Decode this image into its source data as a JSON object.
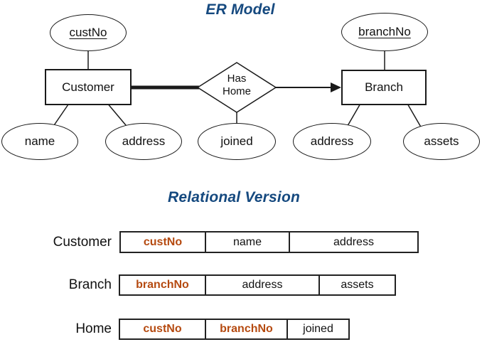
{
  "er": {
    "title": "ER Model",
    "entities": [
      {
        "label": "Customer"
      },
      {
        "label": "Branch"
      }
    ],
    "relationship": {
      "line1": "Has",
      "line2": "Home"
    },
    "attributes": [
      {
        "label": "custNo",
        "key": true
      },
      {
        "label": "branchNo",
        "key": true
      },
      {
        "label": "name",
        "key": false
      },
      {
        "label": "address",
        "key": false
      },
      {
        "label": "joined",
        "key": false
      },
      {
        "label": "address",
        "key": false
      },
      {
        "label": "assets",
        "key": false
      }
    ]
  },
  "relational": {
    "title": "Relational Version",
    "tables": [
      {
        "name": "Customer",
        "columns": [
          {
            "label": "custNo",
            "key": true
          },
          {
            "label": "name",
            "key": false
          },
          {
            "label": "address",
            "key": false
          }
        ]
      },
      {
        "name": "Branch",
        "columns": [
          {
            "label": "branchNo",
            "key": true
          },
          {
            "label": "address",
            "key": false
          },
          {
            "label": "assets",
            "key": false
          }
        ]
      },
      {
        "name": "Home",
        "columns": [
          {
            "label": "custNo",
            "key": true
          },
          {
            "label": "branchNo",
            "key": true
          },
          {
            "label": "joined",
            "key": false
          }
        ]
      }
    ]
  },
  "colors": {
    "title_blue": "#15497f",
    "key_orange": "#b54a10",
    "ink": "#1a1a1a"
  }
}
